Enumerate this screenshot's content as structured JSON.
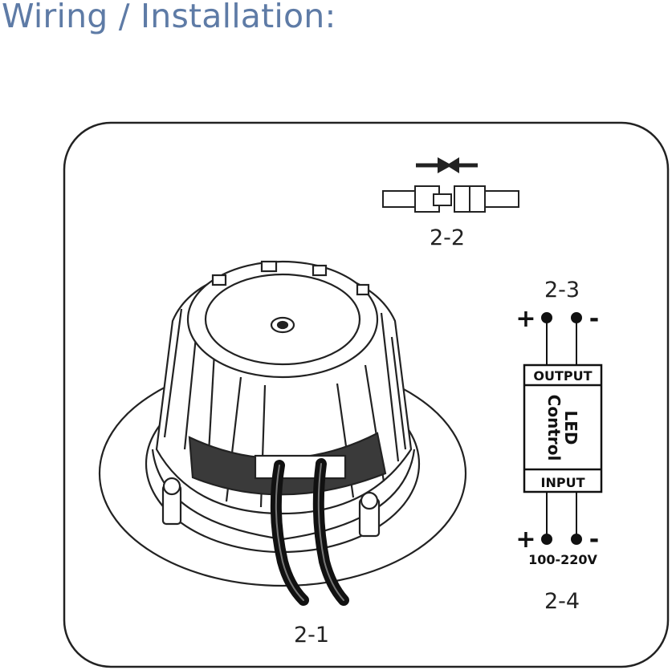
{
  "title": "Wiring / Installation:",
  "labels": {
    "downlight": "2-1",
    "connector": "2-2",
    "output_terminals": "2-3",
    "input_terminals": "2-4"
  },
  "driver": {
    "output_label": "OUTPUT",
    "name_line1": "LED",
    "name_line2": "Control",
    "input_label": "INPUT",
    "voltage": "100-220V",
    "plus": "+",
    "minus": "-"
  }
}
